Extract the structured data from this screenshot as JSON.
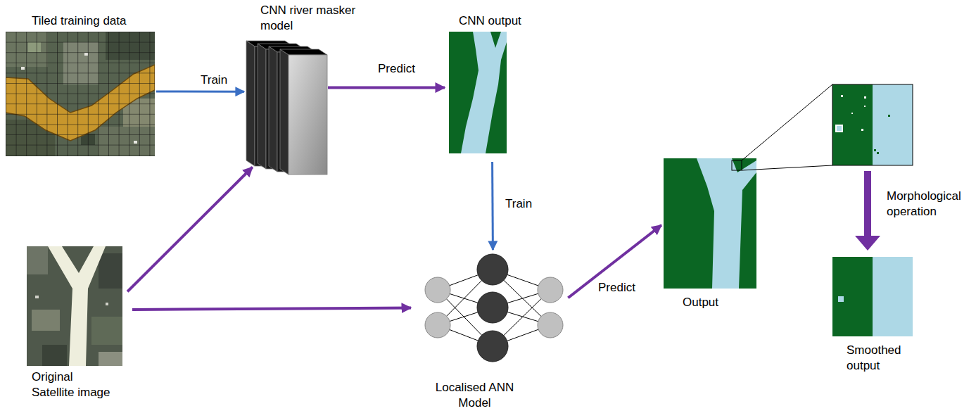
{
  "diagram": {
    "nodes": [
      {
        "text": [
          "Tiled training data"
        ]
      },
      {
        "text": [
          "CNN river masker model"
        ]
      },
      {
        "text": [
          "CNN output"
        ]
      },
      {
        "text": [
          "Original Satellite image"
        ]
      },
      {
        "text": [
          "Localised ANN Model"
        ]
      },
      {
        "text": [
          "Output"
        ]
      },
      {
        "text": [
          "Smoothed output"
        ]
      }
    ],
    "edges": [
      {
        "from": 0,
        "to": 1,
        "arrow": "to",
        "label": "Train"
      },
      {
        "from": 1,
        "to": 2,
        "arrow": "to",
        "label": "Predict"
      },
      {
        "from": 3,
        "to": 1,
        "arrow": "to"
      },
      {
        "from": 3,
        "to": 4,
        "arrow": "to"
      },
      {
        "from": 2,
        "to": 4,
        "arrow": "to",
        "label": "Train"
      },
      {
        "from": 4,
        "to": 5,
        "arrow": "to",
        "label": "Predict"
      }
    ],
    "labels": [
      "Morphological operation"
    ]
  }
}
